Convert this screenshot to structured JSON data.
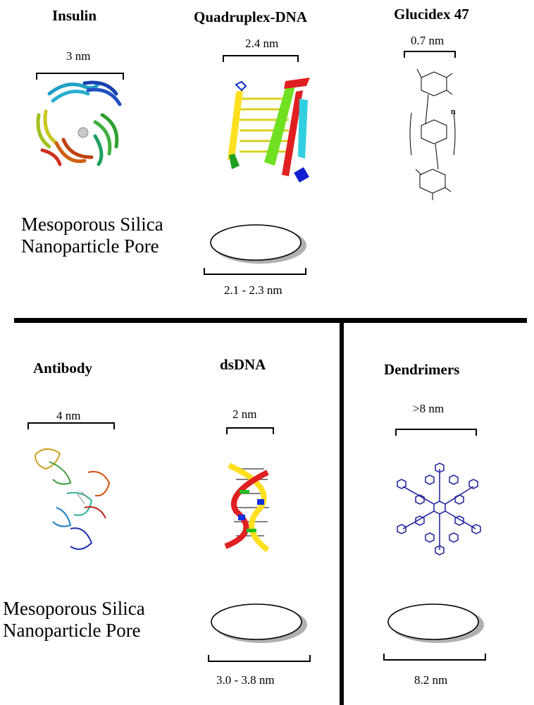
{
  "top": {
    "insulin": {
      "title": "Insulin",
      "size": "3 nm"
    },
    "quadruplex": {
      "title": "Quadruplex-DNA",
      "size": "2.4 nm"
    },
    "glucidex": {
      "title": "Glucidex 47",
      "size": "0.7 nm",
      "repeat_label": "n"
    },
    "pore": {
      "label_line1": "Mesoporous Silica",
      "label_line2": "Nanoparticle Pore",
      "size": "2.1 - 2.3 nm"
    }
  },
  "bottom_left": {
    "antibody": {
      "title": "Antibody",
      "size": "4 nm"
    },
    "dsdna": {
      "title": "dsDNA",
      "size": "2 nm"
    },
    "pore": {
      "label_line1": "Mesoporous Silica",
      "label_line2": "Nanoparticle Pore",
      "size": "3.0 - 3.8 nm"
    }
  },
  "bottom_right": {
    "dendrimers": {
      "title": "Dendrimers",
      "size": ">8 nm"
    },
    "pore": {
      "size": "8.2 nm"
    }
  },
  "colors": {
    "dendrimer": "#2b2ba0",
    "divider": "#000000",
    "pore_shadow": "#b0b0b0"
  }
}
